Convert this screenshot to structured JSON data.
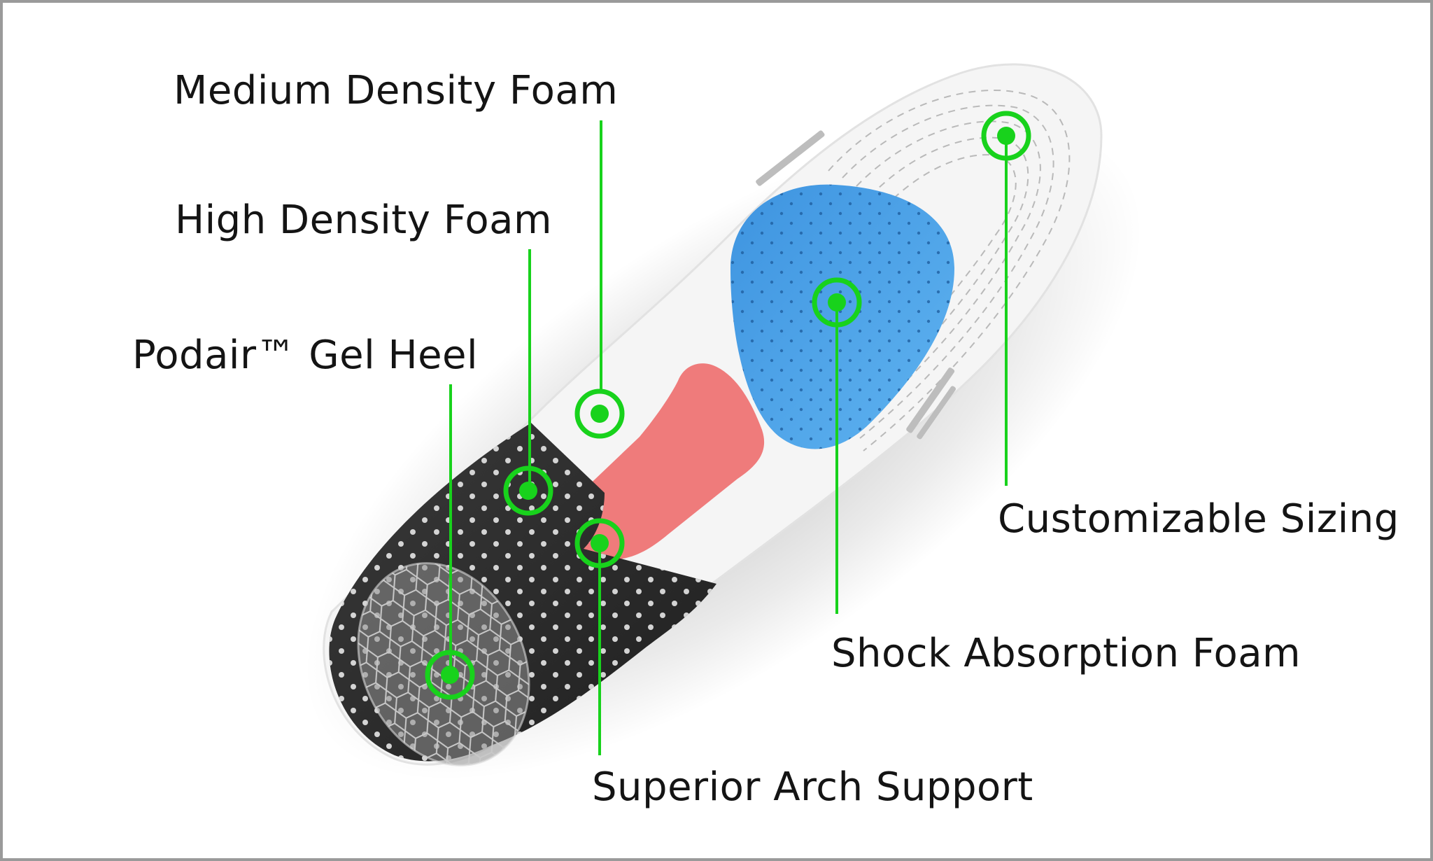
{
  "colors": {
    "accent_green": "#18d21c",
    "insole_white": "#f4f4f4",
    "heel_black": "#2b2b2b",
    "forefoot_blue": "#4aa3e8",
    "arch_pink": "#ef7b7b",
    "border_gray": "#9a9a9a"
  },
  "labels": {
    "medium_density_foam": "Medium Density Foam",
    "high_density_foam": "High Density Foam",
    "gel_heel": "Podair™ Gel Heel",
    "customizable_sizing": "Customizable Sizing",
    "shock_absorption_foam": "Shock Absorption Foam",
    "superior_arch_support": "Superior Arch Support"
  },
  "icons": {
    "marker": "target-marker-icon"
  }
}
